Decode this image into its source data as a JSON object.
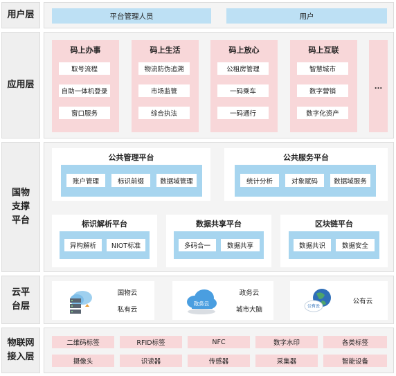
{
  "layers": {
    "user": {
      "label": "用户层",
      "items": [
        "平台管理人员",
        "用户"
      ]
    },
    "application": {
      "label": "应用层",
      "columns": [
        {
          "title": "码上办事",
          "items": [
            "取号流程",
            "自助一体机登录",
            "窗口服务"
          ]
        },
        {
          "title": "码上生活",
          "items": [
            "物流防伪追溯",
            "市场监管",
            "综合执法"
          ]
        },
        {
          "title": "码上放心",
          "items": [
            "公租房管理",
            "一码乘车",
            "一码通行"
          ]
        },
        {
          "title": "码上互联",
          "items": [
            "智慧城市",
            "数字营销",
            "数字化资产"
          ]
        }
      ],
      "more": "..."
    },
    "support": {
      "label": "国物\n支撑\n平台",
      "public_management": {
        "title": "公共管理平台",
        "items": [
          "账户管理",
          "标识前缀",
          "数据域管理"
        ]
      },
      "public_service": {
        "title": "公共服务平台",
        "items": [
          "统计分析",
          "对象赋码",
          "数据域服务"
        ]
      },
      "identifier_resolution": {
        "title": "标识解析平台",
        "items": [
          "异构解析",
          "NIOT标准"
        ]
      },
      "data_sharing": {
        "title": "数据共享平台",
        "items": [
          "多码合一",
          "数据共享"
        ]
      },
      "blockchain": {
        "title": "区块链平台",
        "items": [
          "数据共识",
          "数据安全"
        ]
      }
    },
    "cloud": {
      "label": "云平\n台层",
      "group1": [
        "国物云",
        "私有云"
      ],
      "group2_icon_label": "政务云",
      "group2": [
        "政务云",
        "城市大脑"
      ],
      "group3_icon_label": "公有云",
      "group3": [
        "公有云"
      ]
    },
    "iot": {
      "label": "物联网\n接入层",
      "row1": [
        "二维码标签",
        "RFID标签",
        "NFC",
        "数字水印",
        "各类标签"
      ],
      "row2": [
        "摄像头",
        "识读器",
        "传感器",
        "采集器",
        "智能设备"
      ]
    }
  },
  "colors": {
    "user_bar": "#bde0f4",
    "app_column": "#f8d7d9",
    "platform_strip": "#a7d5ef",
    "layer_bg": "#f4f4f4",
    "label_bg": "#efefef"
  }
}
